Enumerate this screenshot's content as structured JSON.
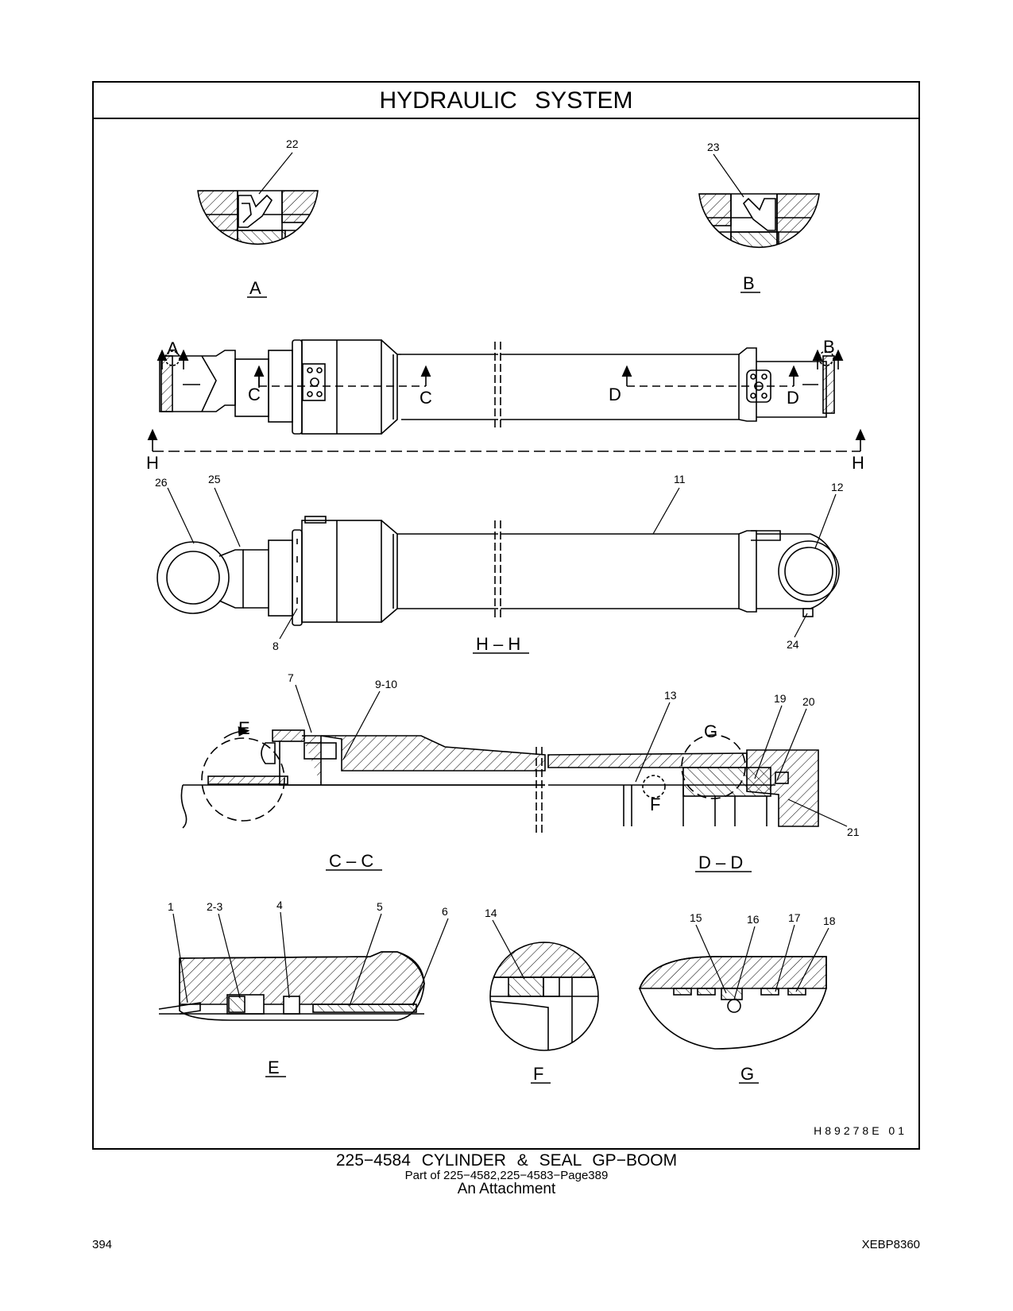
{
  "header": {
    "title": "HYDRAULIC SYSTEM"
  },
  "views": {
    "a": "A",
    "b": "B",
    "hh": "H – H",
    "cc": "C – C",
    "dd": "D – D",
    "e": "E",
    "f": "F",
    "g": "G"
  },
  "section_markers": {
    "a": "A",
    "b": "B",
    "c_left": "C",
    "c_right": "C",
    "d_left": "D",
    "d_right": "D",
    "h_left": "H",
    "h_right": "H",
    "e": "E",
    "f": "F",
    "g": "G"
  },
  "callouts": {
    "c22": "22",
    "c23": "23",
    "c26": "26",
    "c25": "25",
    "c11": "11",
    "c12": "12",
    "c8": "8",
    "c24": "24",
    "c7": "7",
    "c9_10": "9-10",
    "c13": "13",
    "c19": "19",
    "c20": "20",
    "c21": "21",
    "c1": "1",
    "c2_3": "2-3",
    "c4": "4",
    "c5": "5",
    "c6": "6",
    "c14": "14",
    "c15": "15",
    "c16": "16",
    "c17": "17",
    "c18": "18"
  },
  "drawing_id": "H89278E 01",
  "caption": {
    "main": "225−4584 CYLINDER & SEAL GP−BOOM",
    "sub": "Part of 225−4582,225−4583−Page389",
    "sub2": "An Attachment"
  },
  "footer": {
    "page_number": "394",
    "doc_id": "XEBP8360"
  }
}
